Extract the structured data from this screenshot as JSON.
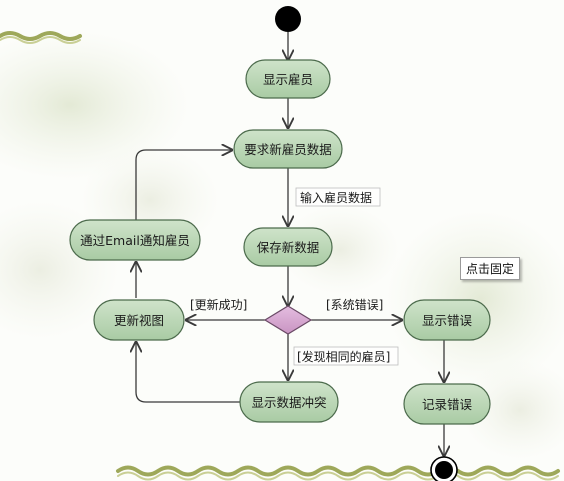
{
  "nodes": {
    "show_employee": "显示雇员",
    "request_new_data": "要求新雇员数据",
    "save_new_data": "保存新数据",
    "notify_email": "通过Email通知雇员",
    "update_view": "更新视图",
    "show_conflict": "显示数据冲突",
    "show_error": "显示错误",
    "log_error": "记录错误"
  },
  "labels": {
    "input_data": "输入雇员数据",
    "update_success": "[更新成功]",
    "system_error": "[系统错误]",
    "found_same": "[发现相同的雇员]"
  },
  "tooltip": "点击固定",
  "colors": {
    "node_fill": "#b9d7b4",
    "node_stroke": "#4c6b4c",
    "decision_fill": "#d7a6cf",
    "line": "#3a3a3a"
  }
}
